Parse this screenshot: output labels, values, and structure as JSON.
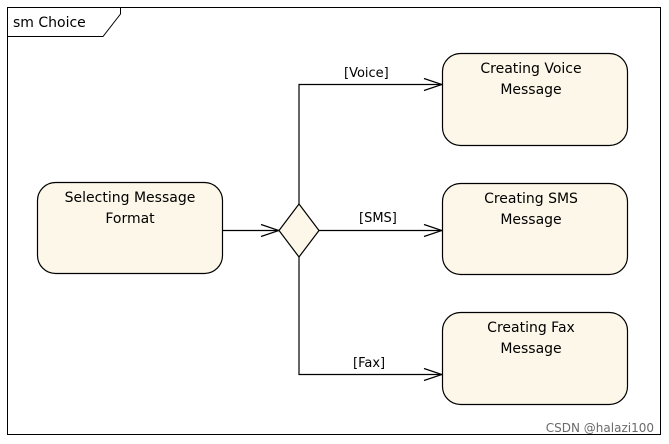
{
  "frame": {
    "label": "sm Choice"
  },
  "states": {
    "selecting": {
      "line1": "Selecting Message",
      "line2": "Format"
    },
    "voice": {
      "line1": "Creating Voice",
      "line2": "Message"
    },
    "sms": {
      "line1": "Creating SMS",
      "line2": "Message"
    },
    "fax": {
      "line1": "Creating Fax",
      "line2": "Message"
    }
  },
  "guards": {
    "voice": "[Voice]",
    "sms": "[SMS]",
    "fax": "[Fax]"
  },
  "watermark": "CSDN @halazi100",
  "colors": {
    "state_fill": "#fcf7e8",
    "stroke": "#000000"
  }
}
